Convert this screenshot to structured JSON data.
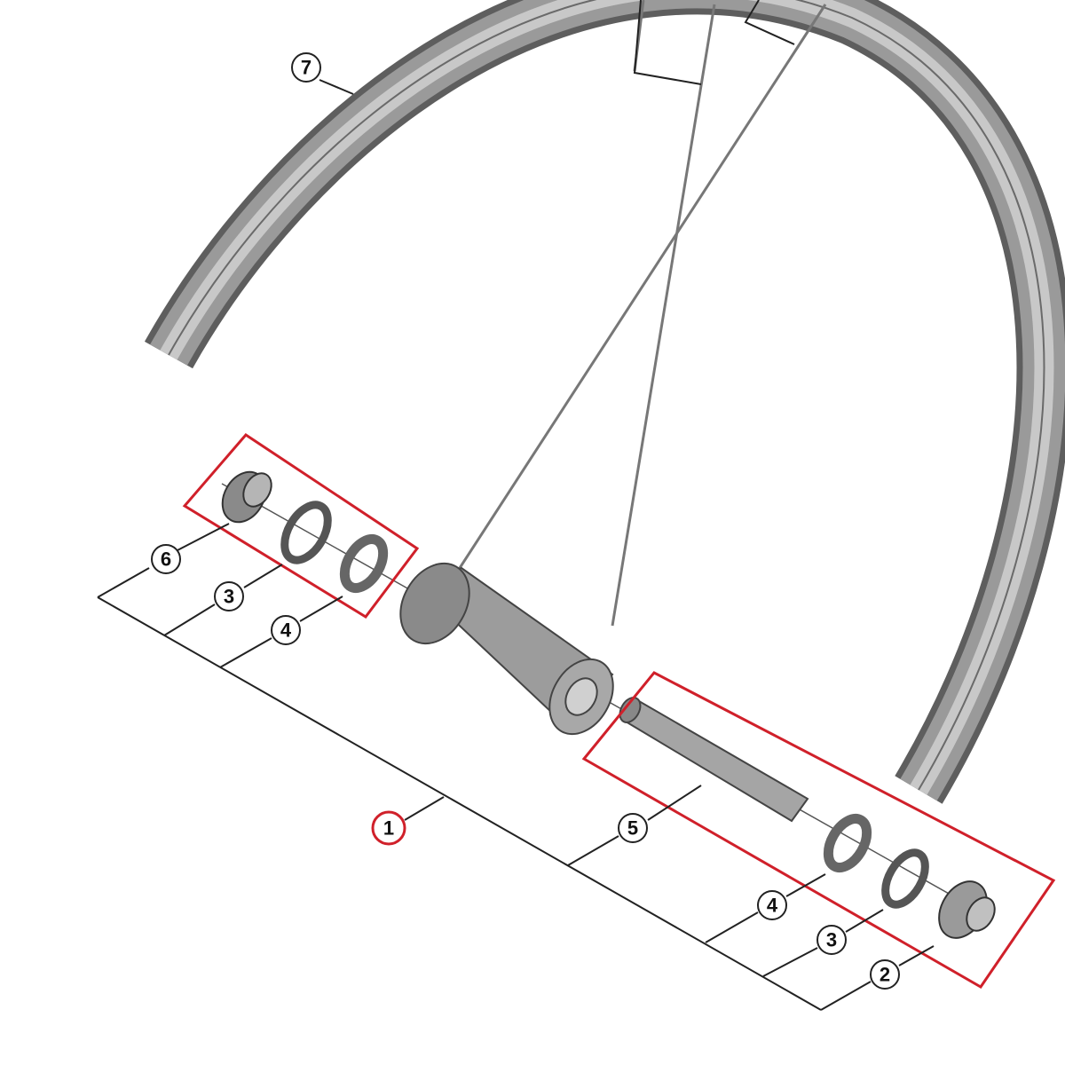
{
  "diagram": {
    "highlight_color": "#d0202a",
    "callouts": {
      "rim": "7",
      "end_cap_left": "6",
      "seal_left": "3",
      "bearing_left": "4",
      "hub_assembly": "1",
      "axle": "5",
      "bearing_right": "4",
      "seal_right": "3",
      "end_cap_right": "2"
    }
  }
}
